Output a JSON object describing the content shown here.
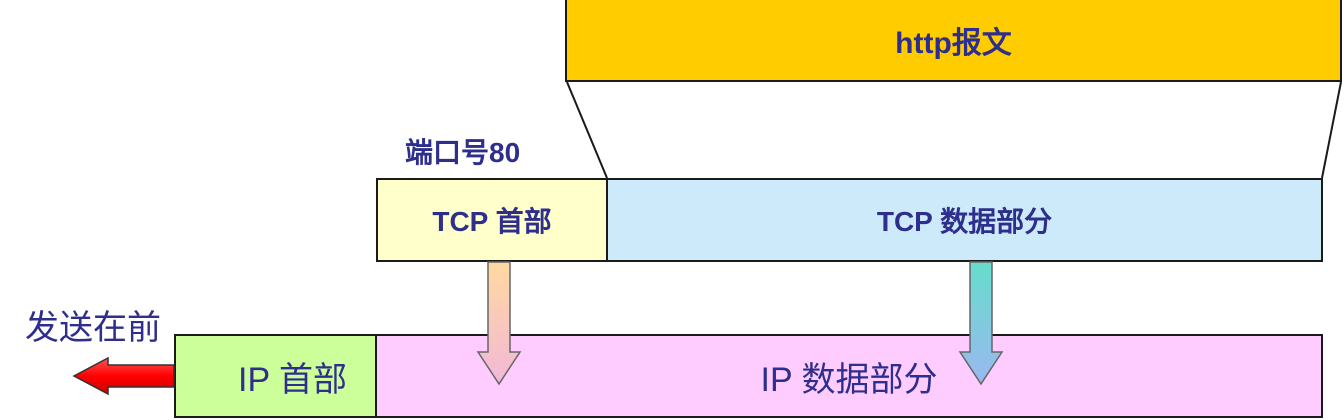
{
  "http": {
    "label": "http报文"
  },
  "tcp": {
    "port_label": "端口号80",
    "header_label": "TCP 首部",
    "data_label": "TCP 数据部分"
  },
  "ip": {
    "header_label": "IP 首部",
    "data_label": "IP 数据部分"
  },
  "direction": {
    "label": "发送在前"
  },
  "colors": {
    "http_fill": "#ffcc00",
    "tcp_header_fill": "#ffffcc",
    "tcp_data_fill": "#cceaf9",
    "ip_header_fill": "#ccff99",
    "ip_data_fill": "#ffccff",
    "send_arrow": "#ff0000",
    "text": "#2e2e8c"
  }
}
